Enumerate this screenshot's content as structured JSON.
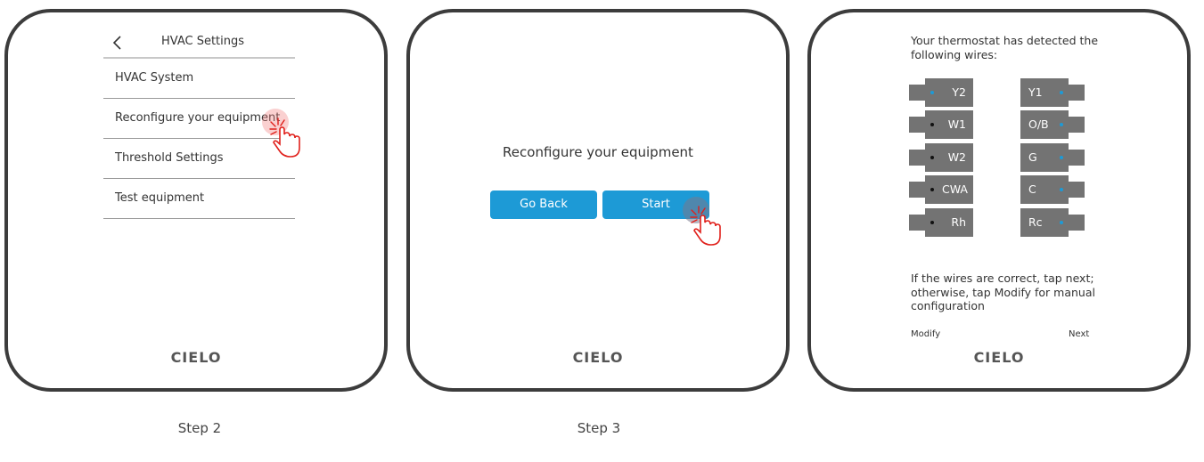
{
  "panel1": {
    "header": {
      "title": "HVAC Settings"
    },
    "menu": [
      {
        "label": "HVAC System"
      },
      {
        "label": "Reconfigure your equipment"
      },
      {
        "label": "Threshold Settings"
      },
      {
        "label": "Test equipment"
      }
    ],
    "logo": "CIELO",
    "step_label": "Step 2"
  },
  "panel2": {
    "title": "Reconfigure your equipment",
    "go_back_label": "Go Back",
    "start_label": "Start",
    "logo": "CIELO",
    "step_label": "Step 3"
  },
  "panel3": {
    "title": "Your thermostat has detected the following wires:",
    "left_wires": [
      {
        "label": "Y2",
        "dot": "#1d9ad6"
      },
      {
        "label": "W1",
        "dot": "#111111"
      },
      {
        "label": "W2",
        "dot": "#111111"
      },
      {
        "label": "CWA",
        "dot": "#111111"
      },
      {
        "label": "Rh",
        "dot": "#111111"
      }
    ],
    "right_wires": [
      {
        "label": "Y1",
        "dot": "#1d9ad6"
      },
      {
        "label": "O/B",
        "dot": "#1d9ad6"
      },
      {
        "label": "G",
        "dot": "#1d9ad6"
      },
      {
        "label": "C",
        "dot": "#1d9ad6"
      },
      {
        "label": "Rc",
        "dot": "#1d9ad6"
      }
    ],
    "note": "If the wires are correct, tap next; otherwise, tap Modify for manual configuration",
    "modify_label": "Modify",
    "next_label": "Next",
    "logo": "CIELO"
  },
  "colors": {
    "accent": "#1d9ad6",
    "tap_marker": "#e0201b",
    "wire_box": "#737373",
    "frame": "#3c3c3c"
  },
  "icons": {
    "back": "chevron-left-icon",
    "tap": "tap-hand-icon"
  }
}
